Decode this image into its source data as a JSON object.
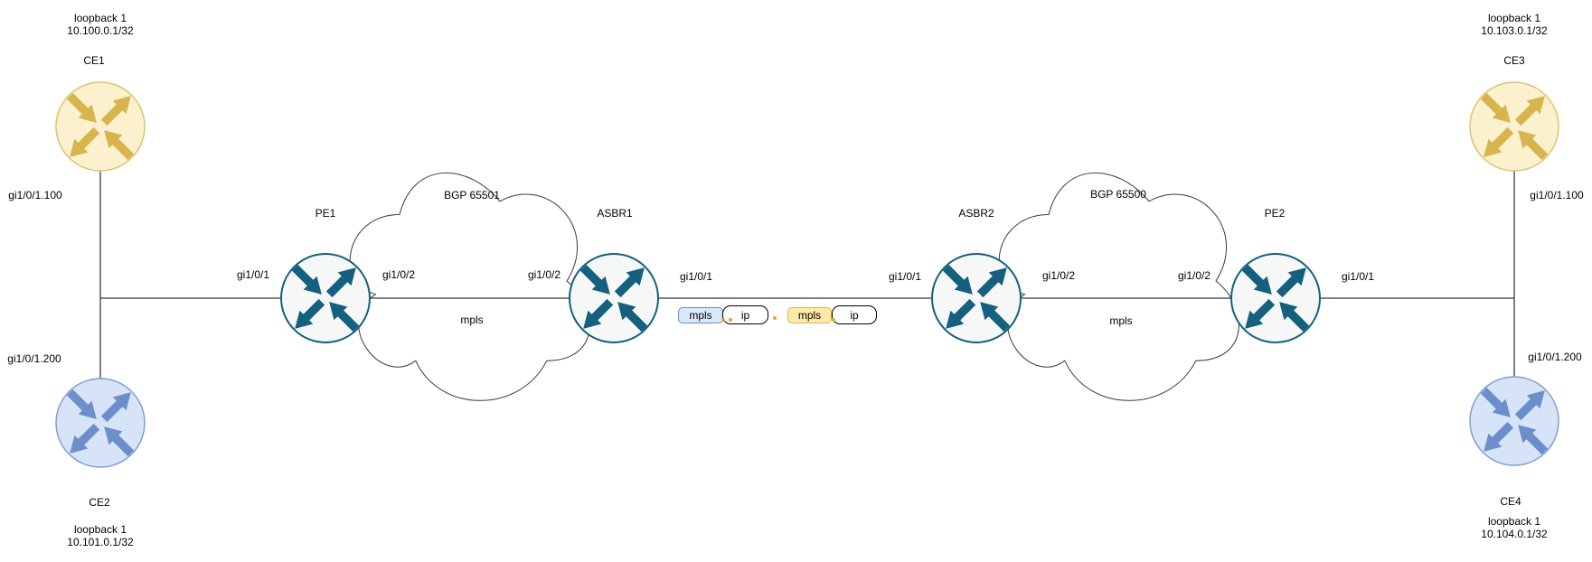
{
  "nodes": {
    "ce1": {
      "label": "CE1",
      "loopback": [
        "loopback 1",
        "10.100.0.1/32"
      ]
    },
    "ce2": {
      "label": "CE2",
      "loopback": [
        "loopback 1",
        "10.101.0.1/32"
      ]
    },
    "ce3": {
      "label": "CE3",
      "loopback": [
        "loopback 1",
        "10.103.0.1/32"
      ]
    },
    "ce4": {
      "label": "CE4",
      "loopback": [
        "loopback 1",
        "10.104.0.1/32"
      ]
    },
    "pe1": {
      "label": "PE1"
    },
    "asbr1": {
      "label": "ASBR1"
    },
    "asbr2": {
      "label": "ASBR2"
    },
    "pe2": {
      "label": "PE2"
    }
  },
  "ifaces": {
    "ce1_sub": "gi1/0/1.100",
    "ce2_sub": "gi1/0/1.200",
    "ce3_sub": "gi1/0/1.100",
    "ce4_sub": "gi1/0/1.200",
    "pe1_gi1": "gi1/0/1",
    "pe1_gi2": "gi1/0/2",
    "asbr1_gi2": "gi1/0/2",
    "asbr1_gi1": "gi1/0/1",
    "asbr2_gi1": "gi1/0/1",
    "asbr2_gi2": "gi1/0/2",
    "pe2_gi2": "gi1/0/2",
    "pe2_gi1": "gi1/0/1"
  },
  "clouds": {
    "as65501": {
      "label": "BGP 65501",
      "transport": "mpls"
    },
    "as65500": {
      "label": "BGP 65500",
      "transport": "mpls"
    }
  },
  "packets": {
    "p1": {
      "outer": "mpls",
      "inner": "ip"
    },
    "p2": {
      "outer": "mpls",
      "inner": "ip"
    }
  },
  "colors": {
    "ce_yellow_fill": "#FBF1CE",
    "ce_yellow_stroke": "#E0C36A",
    "ce_yellow_arrow": "#D8B44E",
    "ce_blue_fill": "#D7E4F7",
    "ce_blue_stroke": "#7EA0D8",
    "ce_blue_arrow": "#6C8FCC",
    "core_fill": "#F6F7F7",
    "core_stroke": "#15607E",
    "core_arrow": "#14607E",
    "mpls_badge_blue_fill": "#DAE8FC",
    "mpls_badge_blue_stroke": "#6C8EBF",
    "mpls_badge_yellow_fill": "#FFE9A6",
    "mpls_badge_yellow_stroke": "#D6B656",
    "ip_badge_fill": "#FFFFFF",
    "ip_badge_stroke": "#000000",
    "flow_dot": "#EBA338",
    "link": "#000000",
    "cloud_stroke": "#3B3B3B"
  }
}
